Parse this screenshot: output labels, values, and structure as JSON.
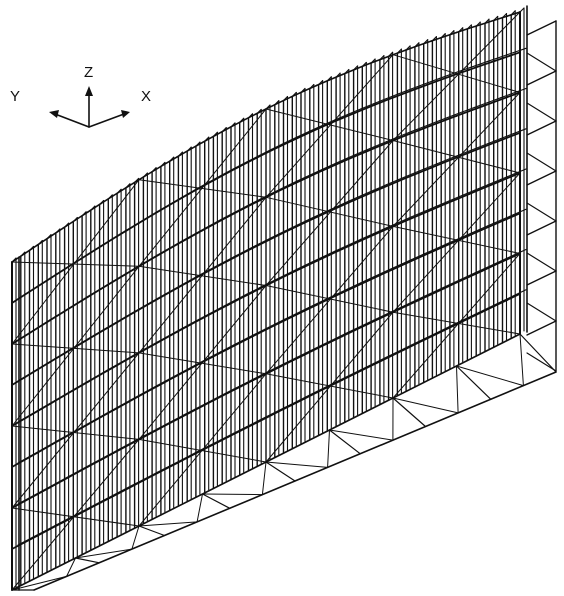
{
  "figure": {
    "axes": {
      "z_label": "Z",
      "y_label": "Y",
      "x_label": "X"
    },
    "colors": {
      "line": "#111111",
      "background": "#ffffff"
    }
  }
}
